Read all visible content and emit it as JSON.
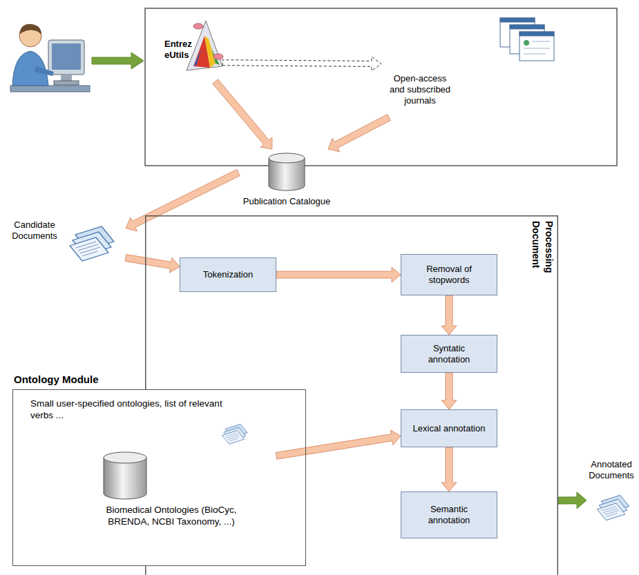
{
  "diagram": {
    "nodes": [
      {
        "text": [
          "Entrez eUtils"
        ]
      },
      {
        "text": [
          "Open-access and subscribed journals"
        ]
      },
      {
        "text": [
          "Publication Catalogue"
        ]
      },
      {
        "text": [
          "Candidate Documents"
        ]
      },
      {
        "text": [
          "Document Processing"
        ]
      },
      {
        "text": [
          "Tokenization"
        ],
        "in": 4
      },
      {
        "text": [
          "Removal of stopwords"
        ],
        "in": 4
      },
      {
        "text": [
          "Syntatic annotation"
        ],
        "in": 4
      },
      {
        "text": [
          "Lexical annotation"
        ],
        "in": 4
      },
      {
        "text": [
          "Semantic annotation"
        ],
        "in": 4
      },
      {
        "text": [
          "Ontology Module"
        ]
      },
      {
        "text": [
          "Small user-specified ontologies, list of relevant verbs ..."
        ],
        "in": 10
      },
      {
        "text": [
          "Biomedical Ontologies (BioCyc, BRENDA, NCBI Taxonomy, ...)"
        ],
        "in": 10
      },
      {
        "text": [
          "Annotated Documents"
        ]
      }
    ],
    "edges": [
      {
        "from": 0,
        "to": 1,
        "arrow": "to"
      },
      {
        "from": 0,
        "to": 2,
        "arrow": "to"
      },
      {
        "from": 1,
        "to": 2,
        "arrow": "to"
      },
      {
        "from": 2,
        "to": 3,
        "arrow": "to"
      },
      {
        "from": 3,
        "to": 5,
        "arrow": "to"
      },
      {
        "from": 5,
        "to": 6,
        "arrow": "to"
      },
      {
        "from": 6,
        "to": 7,
        "arrow": "to"
      },
      {
        "from": 7,
        "to": 8,
        "arrow": "to"
      },
      {
        "from": 8,
        "to": 9,
        "arrow": "to"
      },
      {
        "from": 12,
        "to": 8,
        "arrow": "to"
      },
      {
        "from": 4,
        "to": 13,
        "arrow": "to"
      }
    ]
  }
}
